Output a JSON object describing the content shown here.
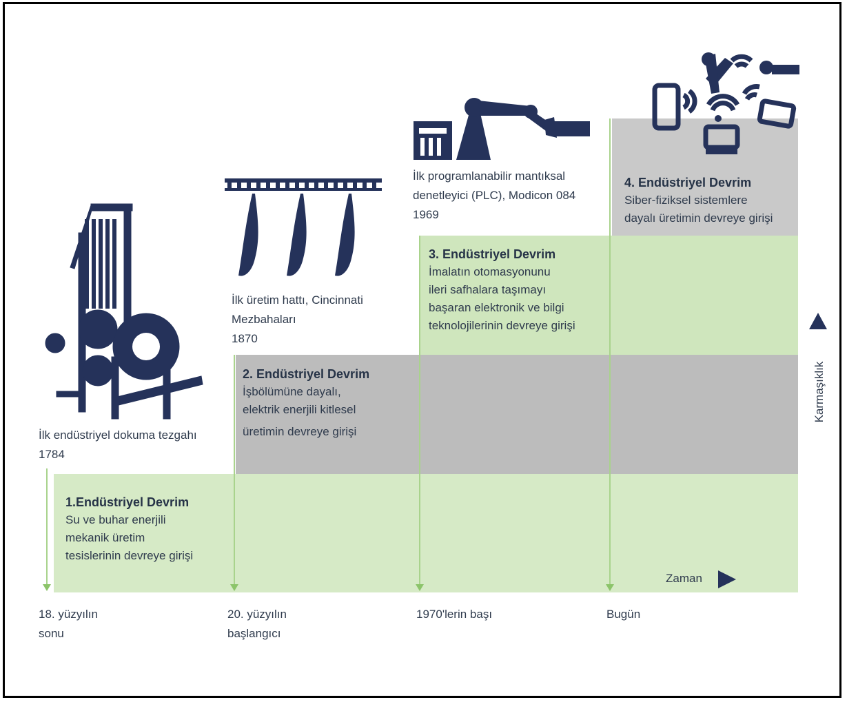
{
  "stages": [
    {
      "title": "1.Endüstriyel Devrim",
      "lines": [
        "Su ve buhar enerjili",
        "mekanik üretim",
        "tesislerinin devreye girişi"
      ]
    },
    {
      "title": "2. Endüstriyel Devrim",
      "lines": [
        "İşbölümüne dayalı,",
        "elektrik enerjili kitlesel",
        "üretimin devreye girişi"
      ]
    },
    {
      "title": "3. Endüstriyel Devrim",
      "lines": [
        "İmalatın otomasyonunu",
        "ileri safhalara taşımayı",
        "başaran elektronik ve bilgi",
        "teknolojilerinin devreye girişi"
      ]
    },
    {
      "title": "4. Endüstriyel Devrim",
      "lines": [
        "Siber-fiziksel sistemlere",
        "dayalı üretimin devreye girişi"
      ]
    }
  ],
  "milestones": [
    {
      "lines": [
        "İlk endüstriyel dokuma tezgahı",
        "1784"
      ],
      "icon": "loom-icon"
    },
    {
      "lines": [
        "İlk üretim hattı, Cincinnati",
        "Mezbahaları",
        "1870"
      ],
      "icon": "conveyor-icon"
    },
    {
      "lines": [
        "İlk programlanabilir mantıksal",
        "denetleyici (PLC), Modicon 084",
        "1969"
      ],
      "icon": "robot-arm-icon"
    },
    {
      "icon": "cyber-physical-icon"
    }
  ],
  "time_labels": [
    [
      "18. yüzyılın",
      "sonu"
    ],
    [
      "20. yüzyılın",
      "başlangıcı"
    ],
    [
      "1970'lerin başı"
    ],
    [
      "Bugün"
    ]
  ],
  "axes": {
    "time": "Zaman",
    "complexity": "Karmaşıklık"
  },
  "colors": {
    "green": "#d6eac6",
    "gray": "#bcbcbc",
    "navy": "#25325a",
    "accent": "#8cc46a"
  }
}
